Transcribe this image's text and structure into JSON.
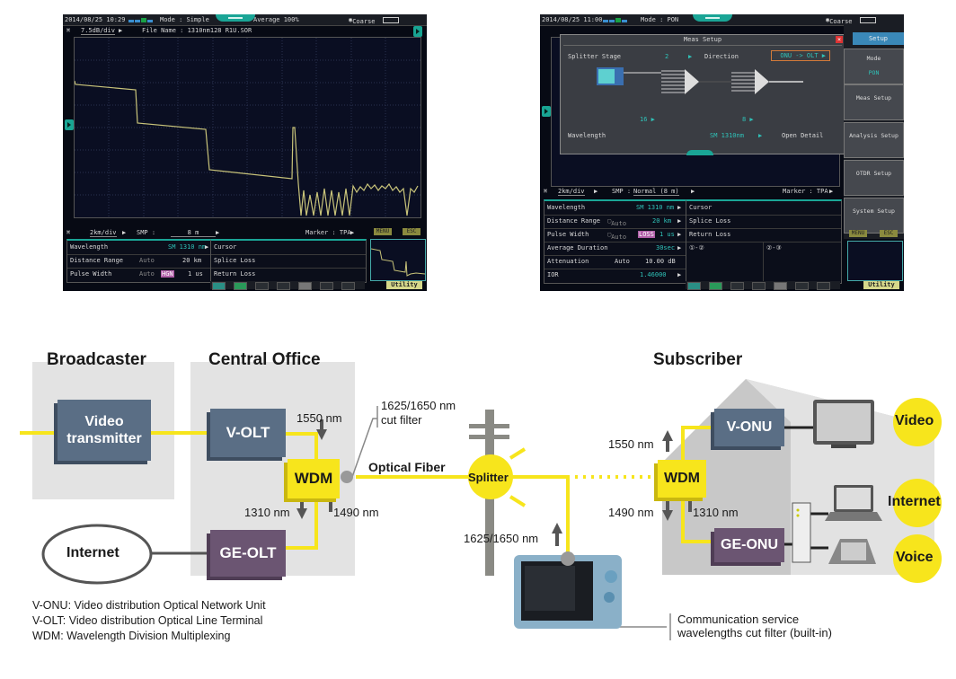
{
  "screen1": {
    "datetime": "2014/08/25 10:29",
    "mode": "Mode : Simple",
    "average": "Average 100%",
    "coarse": "Coarse",
    "scale": "7.5dB/div",
    "file_name": "File Name : 1310nm128 R1U.SOR",
    "hscale": "2km/div",
    "smp_label": "SMP :",
    "smp_value": "8 m",
    "marker": "Marker : TPA",
    "menu": "MENU",
    "esc": "ESC",
    "rows": [
      {
        "label": "Wavelength",
        "mode": "",
        "value": "SM 1310 nm"
      },
      {
        "label": "Distance Range",
        "mode": "Auto",
        "value": "20 km"
      },
      {
        "label": "Pulse Width",
        "mode": "Auto",
        "badge": "HGN",
        "value": "1 us"
      }
    ],
    "results": [
      "Cursor",
      "Splice Loss",
      "Return Loss"
    ],
    "utility": "Utility"
  },
  "screen2": {
    "datetime": "2014/08/25 11:00",
    "mode": "Mode : PON",
    "coarse": "Coarse",
    "dialog": {
      "title": "Meas Setup",
      "splitter_stage_label": "Splitter Stage",
      "splitter_stage_value": "2",
      "direction_label": "Direction",
      "direction_value": "ONU -> OLT",
      "split1": "16",
      "split2": "8",
      "wavelength_label": "Wavelength",
      "wavelength_value": "SM 1310nm",
      "open_detail": "Open Detail"
    },
    "side_panel": {
      "header": "Setup",
      "items": [
        {
          "label": "Mode",
          "value": "PON"
        },
        {
          "label": "Meas Setup"
        },
        {
          "label": "Analysis Setup"
        },
        {
          "label": "OTDR Setup"
        },
        {
          "label": "System Setup"
        }
      ]
    },
    "hscale": "2km/div",
    "smp_label": "SMP :",
    "smp_value": "Normal (8 m)",
    "marker": "Marker : TPA",
    "menu": "MENU",
    "esc": "ESC",
    "rows": [
      {
        "label": "Wavelength",
        "mode": "",
        "value": "SM 1310 nm"
      },
      {
        "label": "Distance Range",
        "mode": "Auto",
        "value": "20 km"
      },
      {
        "label": "Pulse Width",
        "mode": "Auto",
        "badge": "LOSS",
        "value": "1 us"
      },
      {
        "label": "Average Duration",
        "mode": "",
        "value": "30sec"
      },
      {
        "label": "Attenuation",
        "mode": "Auto",
        "value": "10.00 dB"
      },
      {
        "label": "IOR",
        "mode": "",
        "value": "1.46000"
      }
    ],
    "results": [
      "Cursor",
      "Splice Loss",
      "Return Loss"
    ],
    "sections": [
      "①-②",
      "②-③"
    ],
    "utility": "Utility"
  },
  "diagram": {
    "regions": {
      "broadcaster": "Broadcaster",
      "central_office": "Central Office",
      "subscriber": "Subscriber"
    },
    "devices": {
      "video_transmitter": "Video transmitter",
      "v_olt": "V-OLT",
      "ge_olt": "GE-OLT",
      "wdm_co": "WDM",
      "internet_cloud": "Internet",
      "splitter": "Splitter",
      "wdm_sub": "WDM",
      "v_onu": "V-ONU",
      "ge_onu": "GE-ONU"
    },
    "wavelengths": {
      "co_1550": "1550 nm",
      "co_1310": "1310 nm",
      "co_1490": "1490 nm",
      "sub_1550": "1550 nm",
      "sub_1490": "1490 nm",
      "sub_1310": "1310 nm",
      "otdr": "1625/1650 nm"
    },
    "labels": {
      "optical_fiber": "Optical Fiber",
      "cut_filter_1": "1625/1650 nm",
      "cut_filter_2": "cut filter",
      "builtin_1": "Communication service",
      "builtin_2": "wavelengths cut filter (built-in)"
    },
    "services": [
      "Video",
      "Internet",
      "Voice"
    ],
    "legend": [
      "V-ONU: Video distribution Optical Network Unit",
      "V-OLT: Video distribution Optical Line Terminal",
      "WDM: Wavelength Division Multiplexing"
    ],
    "colors": {
      "fiber": "#f7e51c",
      "olt_box": "#5a6e85",
      "ge_box": "#6b5572",
      "region_bg": "#e3e3e3"
    }
  }
}
